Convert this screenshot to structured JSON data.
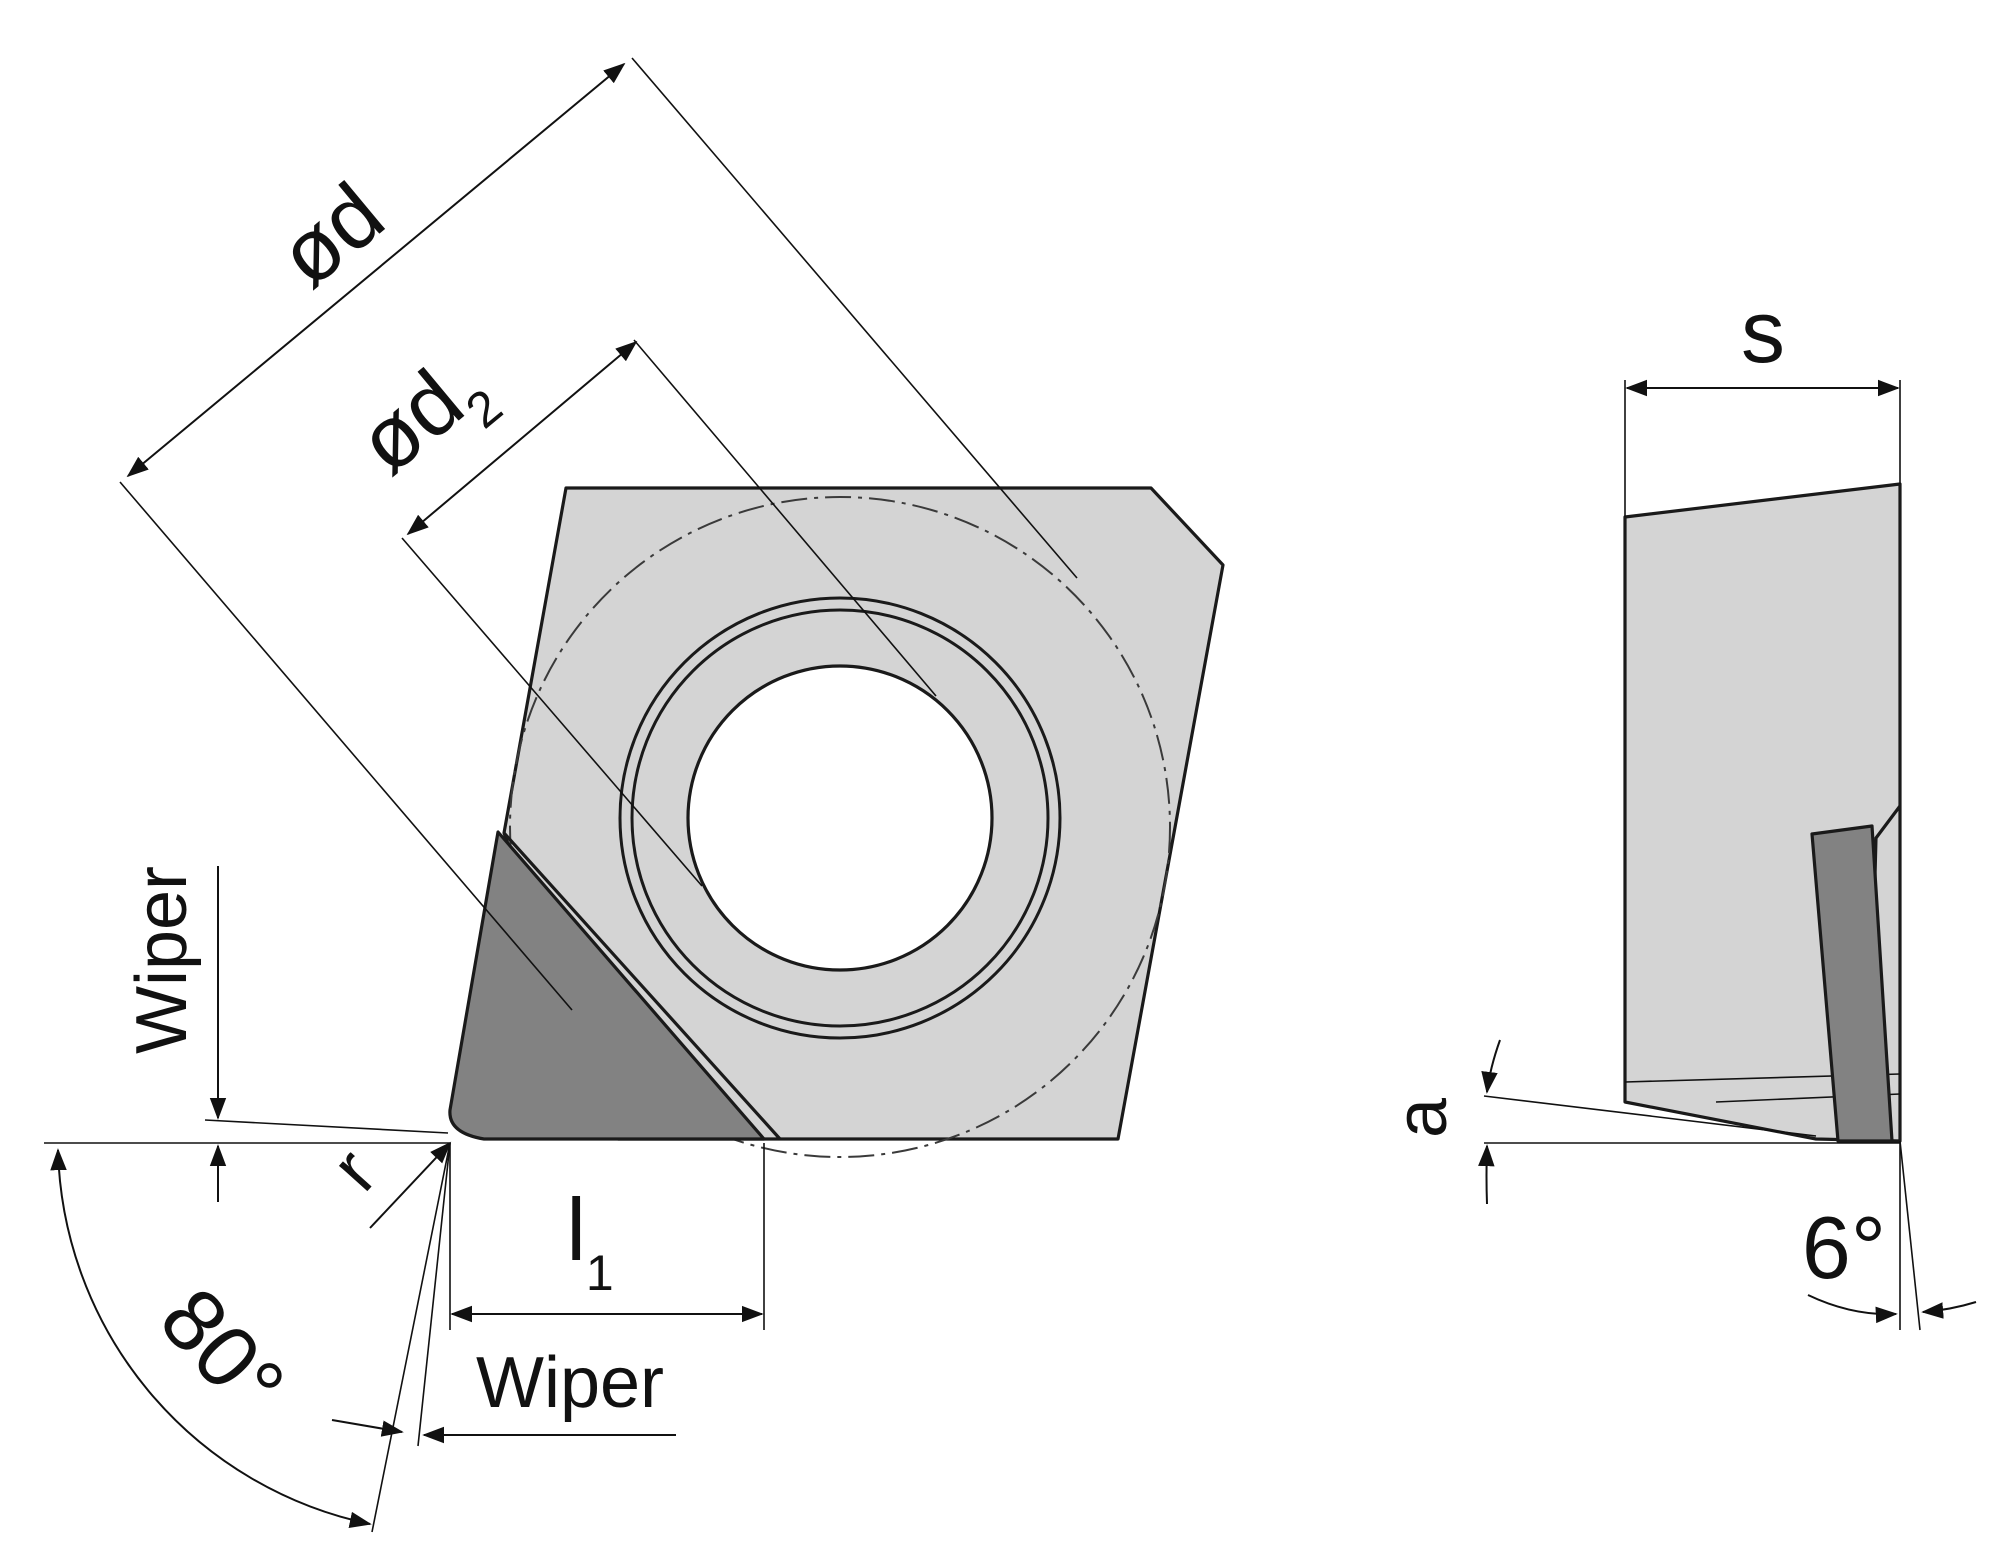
{
  "diagram": {
    "labels": {
      "diameter_d": "ød",
      "diameter_d2_main": "ød",
      "diameter_d2_sub": "2",
      "thickness": "s",
      "wiper_vertical": "Wiper",
      "wiper_horizontal": "Wiper",
      "radius": "r",
      "length_main": "l",
      "length_sub": "1",
      "angle_80": "80°",
      "angle_6": "6°",
      "dim_a": "a"
    },
    "colors": {
      "insert_body": "#d4d4d4",
      "cutting_tip": "#828282",
      "outline": "#1a1a1a",
      "background": "#ffffff"
    }
  }
}
